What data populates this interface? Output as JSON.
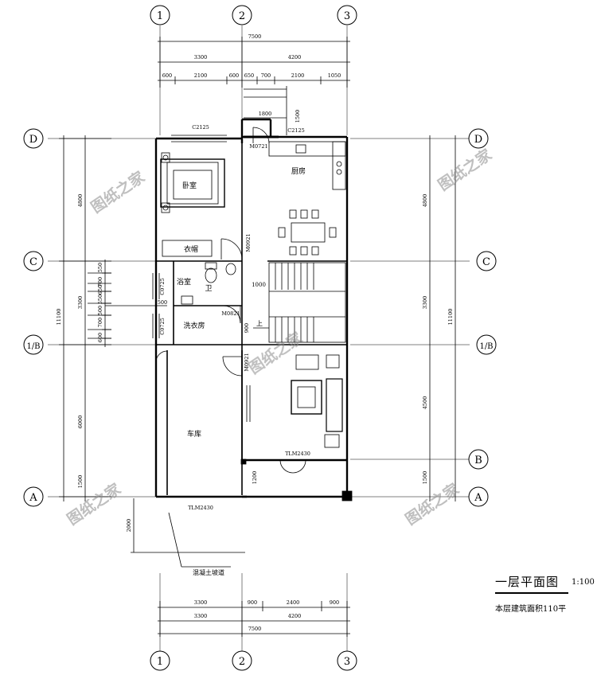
{
  "axes": {
    "top": [
      "1",
      "2",
      "3"
    ],
    "bottom": [
      "1",
      "2",
      "3"
    ],
    "left": [
      "D",
      "C",
      "1/B",
      "A"
    ],
    "right": [
      "D",
      "C",
      "1/B",
      "B",
      "A"
    ]
  },
  "dims": {
    "top_total": "7500",
    "top_mid": [
      "3300",
      "4200"
    ],
    "top_detail": [
      "600",
      "2100",
      "600",
      "650",
      "700",
      "2100",
      "1050"
    ],
    "stair_ext": [
      "1800",
      "1500"
    ],
    "left_total": "11100",
    "left_segments": [
      "4800",
      "3300",
      "6000",
      "1500"
    ],
    "left_windows": [
      "550",
      "700",
      "650",
      "550",
      "700",
      "500",
      "600"
    ],
    "right_total": "11100",
    "right_segments": [
      "4800",
      "3300",
      "4500",
      "1500"
    ],
    "bottom_detail": [
      "3300",
      "900",
      "2400",
      "900"
    ],
    "bottom_mid": [
      "3300",
      "4200"
    ],
    "bottom_total": "7500",
    "ramp_len": "2000",
    "misc": [
      "1000",
      "900",
      "1200",
      "500"
    ]
  },
  "rooms": {
    "bedroom": "卧室",
    "wardrobe": "衣帽",
    "kitchen": "厨房",
    "bath": "浴室",
    "wc": "卫",
    "laundry": "洗衣房",
    "garage": "车库",
    "up": "上"
  },
  "openings": {
    "c2125_top": "C2125",
    "c2125_kitchen": "C2125",
    "m0721_kitchen": "M0721",
    "m0921_bed": "M0921",
    "m0821_laundry": "M0821",
    "m0921_living": "M0921",
    "c0725_a": "C0725",
    "c0725_b": "C0725",
    "tlm2430_main": "TLM2430",
    "tlm2430_garage": "TLM2430"
  },
  "ramp_label": "混凝土坡道",
  "watermark": "图纸之家",
  "title": {
    "name": "一层平面图",
    "scale": "1:100",
    "area": "本层建筑面积110平"
  }
}
